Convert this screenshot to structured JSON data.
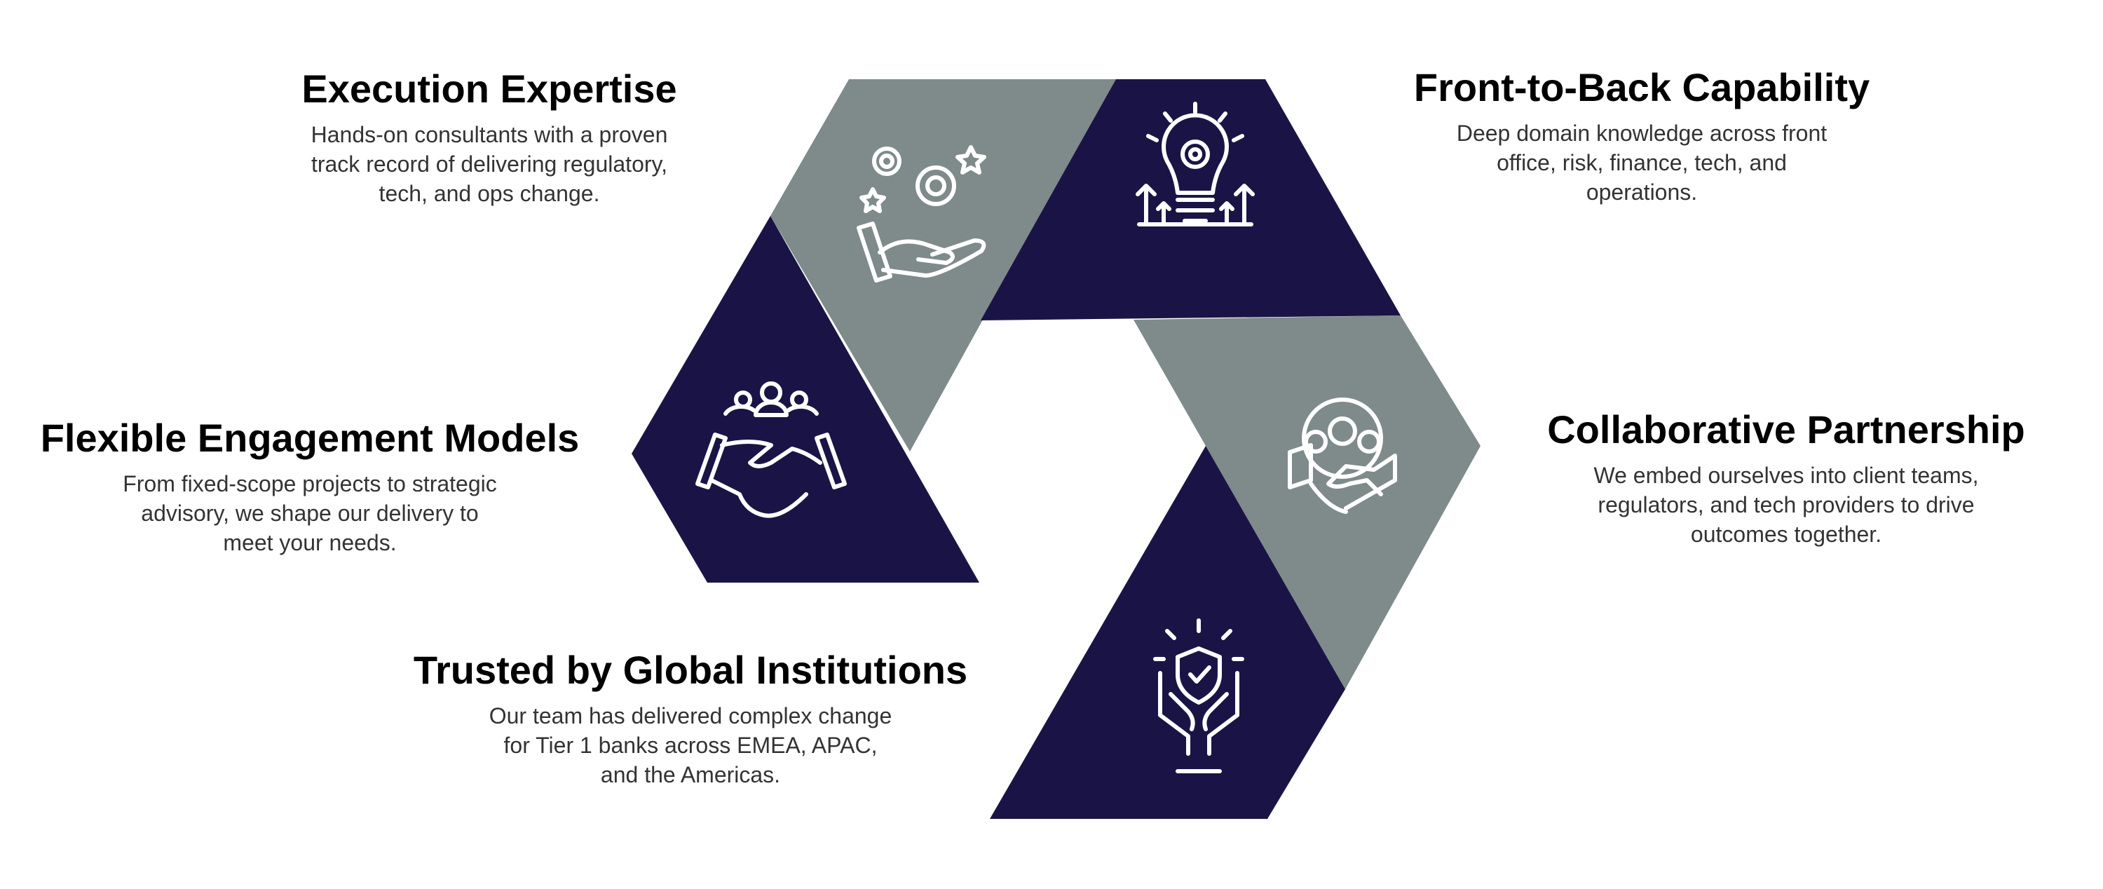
{
  "colors": {
    "dark": "#1a1446",
    "gray": "#7f8a8b"
  },
  "items": [
    {
      "title": "Execution Expertise",
      "lines": [
        "Hands-on consultants with a proven",
        "track record of delivering regulatory,",
        "tech, and ops change."
      ],
      "icon": "gears-hand-icon"
    },
    {
      "title": "Front-to-Back Capability",
      "lines": [
        "Deep domain knowledge across front",
        "office, risk, finance, tech, and",
        "operations."
      ],
      "icon": "lightbulb-gear-icon"
    },
    {
      "title": "Flexible Engagement Models",
      "lines": [
        "From fixed-scope projects to strategic",
        "advisory, we shape our delivery to",
        "meet your needs."
      ],
      "icon": "team-handshake-icon"
    },
    {
      "title": "Collaborative Partnership",
      "lines": [
        "We embed ourselves into client teams,",
        "regulators, and tech providers to drive",
        "outcomes together."
      ],
      "icon": "partnership-icon"
    },
    {
      "title": "Trusted by Global Institutions",
      "lines": [
        "Our team has delivered complex change",
        "for Tier 1 banks across EMEA, APAC,",
        "and the Americas."
      ],
      "icon": "shield-hands-icon"
    }
  ]
}
